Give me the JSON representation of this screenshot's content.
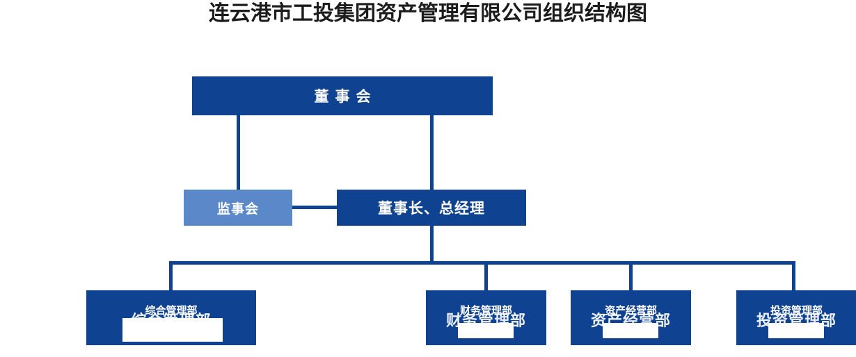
{
  "title": "连云港市工投集团资产管理有限公司组织结构图",
  "colors": {
    "dark_blue": "#0f4391",
    "light_blue": "#5b88c8",
    "title_text": "#1c1c1c",
    "node_text": "#ffffff",
    "background": "#ffffff"
  },
  "nodes": {
    "board": {
      "label": "董事会"
    },
    "supervisor": {
      "label": "监事会"
    },
    "chairman": {
      "label": "董事长、总经理"
    }
  },
  "departments": [
    {
      "label": "综合管理部"
    },
    {
      "label": "财务管理部"
    },
    {
      "label": "资产经营部"
    },
    {
      "label": "投资管理部"
    }
  ]
}
